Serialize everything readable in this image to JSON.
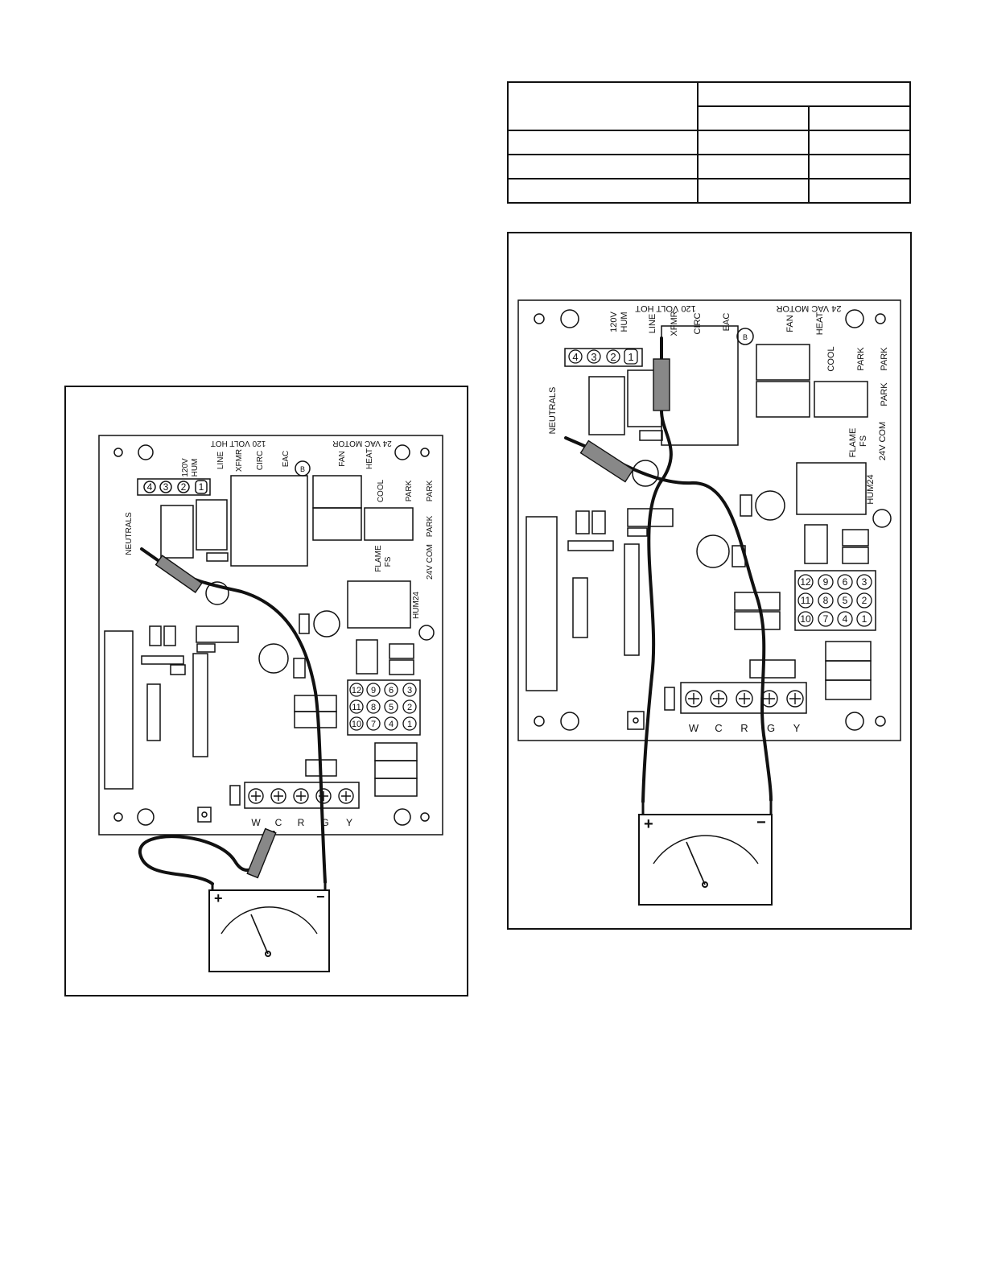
{
  "boards": [
    {
      "labels": {
        "top_left": "120 VOLT HOT",
        "top_right": "24 VAC MOTOR",
        "v120": "120V",
        "hum": "HUM",
        "line": "LINE",
        "xfmr": "XFMR",
        "circ": "CIRC",
        "eac": "EAC",
        "fan": "FAN",
        "heat": "HEAT",
        "cool": "COOL",
        "park1": "PARK",
        "park2": "PARK",
        "park3": "PARK",
        "neutrals": "NEUTRALS",
        "flame": "FLAME",
        "fs": "FS",
        "com": "24V COM",
        "hum24": "HUM24",
        "b": "B"
      },
      "connector_pins": [
        "4",
        "3",
        "2",
        "1"
      ],
      "plug_pins": [
        "12",
        "9",
        "6",
        "3",
        "11",
        "8",
        "5",
        "2",
        "10",
        "7",
        "4",
        "1"
      ],
      "terminals": [
        "W",
        "C",
        "R",
        "G",
        "Y"
      ],
      "meter": {
        "plus": "+",
        "minus": "−"
      }
    },
    {
      "labels": {
        "top_left": "120 VOLT HOT",
        "top_right": "24 VAC MOTOR",
        "v120": "120V",
        "hum": "HUM",
        "line": "LINE",
        "xfmr": "XFMR",
        "circ": "CIRC",
        "eac": "EAC",
        "fan": "FAN",
        "heat": "HEAT",
        "cool": "COOL",
        "park1": "PARK",
        "park2": "PARK",
        "park3": "PARK",
        "neutrals": "NEUTRALS",
        "flame": "FLAME",
        "fs": "FS",
        "com": "24V COM",
        "hum24": "HUM24",
        "b": "B"
      },
      "connector_pins": [
        "4",
        "3",
        "2",
        "1"
      ],
      "plug_pins": [
        "12",
        "9",
        "6",
        "3",
        "11",
        "8",
        "5",
        "2",
        "10",
        "7",
        "4",
        "1"
      ],
      "terminals": [
        "W",
        "C",
        "R",
        "G",
        "Y"
      ],
      "meter": {
        "plus": "+",
        "minus": "−"
      }
    }
  ]
}
